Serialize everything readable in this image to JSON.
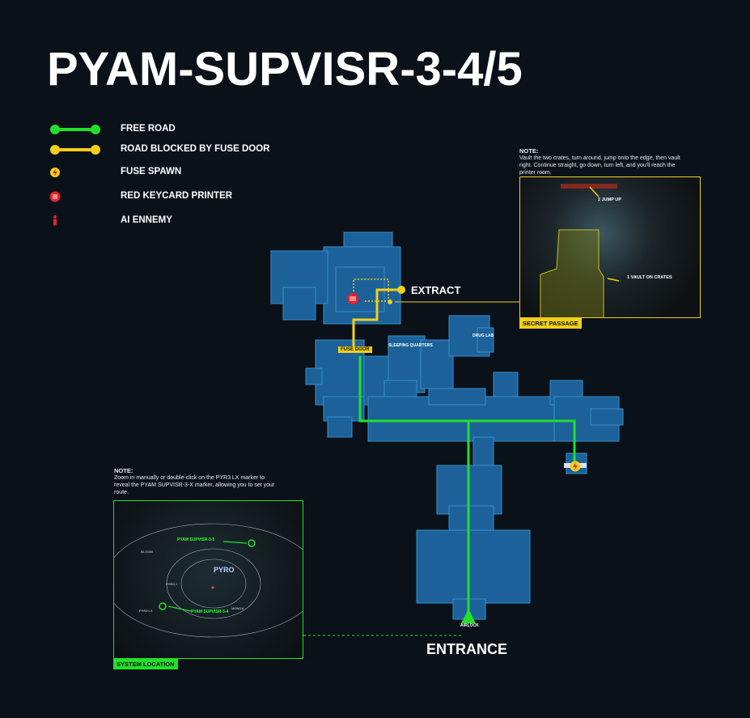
{
  "title": "PYAM-SUPVISR-3-4/5",
  "legend": [
    {
      "icon": "green-road-line",
      "label": "FREE ROAD"
    },
    {
      "icon": "yellow-road-line",
      "label": "ROAD BLOCKED BY FUSE DOOR"
    },
    {
      "icon": "fuse-icon",
      "label": "FUSE SPAWN"
    },
    {
      "icon": "keycard-printer-icon",
      "label": "RED KEYCARD PRINTER"
    },
    {
      "icon": "enemy-icon",
      "label": "AI ENNEMY"
    }
  ],
  "colors": {
    "free_road": "#22e02a",
    "blocked_road": "#f2cf1a",
    "printer": "#e8212b",
    "enemy": "#e8212b",
    "map": "#2a8fd6",
    "background": "#0b1119"
  },
  "secret_passage": {
    "note_title": "NOTE:",
    "note_text": "Vault the two crates, turn around, jump onto the edge, then vault right. Continue straight, go down, turn left, and you'll reach the printer room.",
    "step1": "1  VAULT ON CRATES",
    "step2": "2  JUMP UP",
    "tag": "SECRET PASSAGE"
  },
  "system_location": {
    "note_title": "NOTE:",
    "note_text": "Zoom in manually or double-click on the PYR3 LX marker to reveal the PYAM SUPVISR-3-X marker, allowing you to set your route.",
    "marker5": "PYAM SUPVISR-3-5",
    "marker4": "PYAM SUPVISR-3-4",
    "planet": "PYRO",
    "pyr3": "PYR3 LX",
    "pyr1": "PYRO I",
    "monox": "MONOX",
    "bloom": "BLOOM",
    "tag": "SYSTEM LOCATION"
  },
  "map": {
    "extract": "EXTRACT",
    "entrance": "ENTRANCE",
    "fuse_door": "FUSE DOOR",
    "sleeping_quarters": "SLEEPING QUARTERS",
    "drug_lab": "DRUG LAB",
    "airlock": "AIRLOCK"
  }
}
